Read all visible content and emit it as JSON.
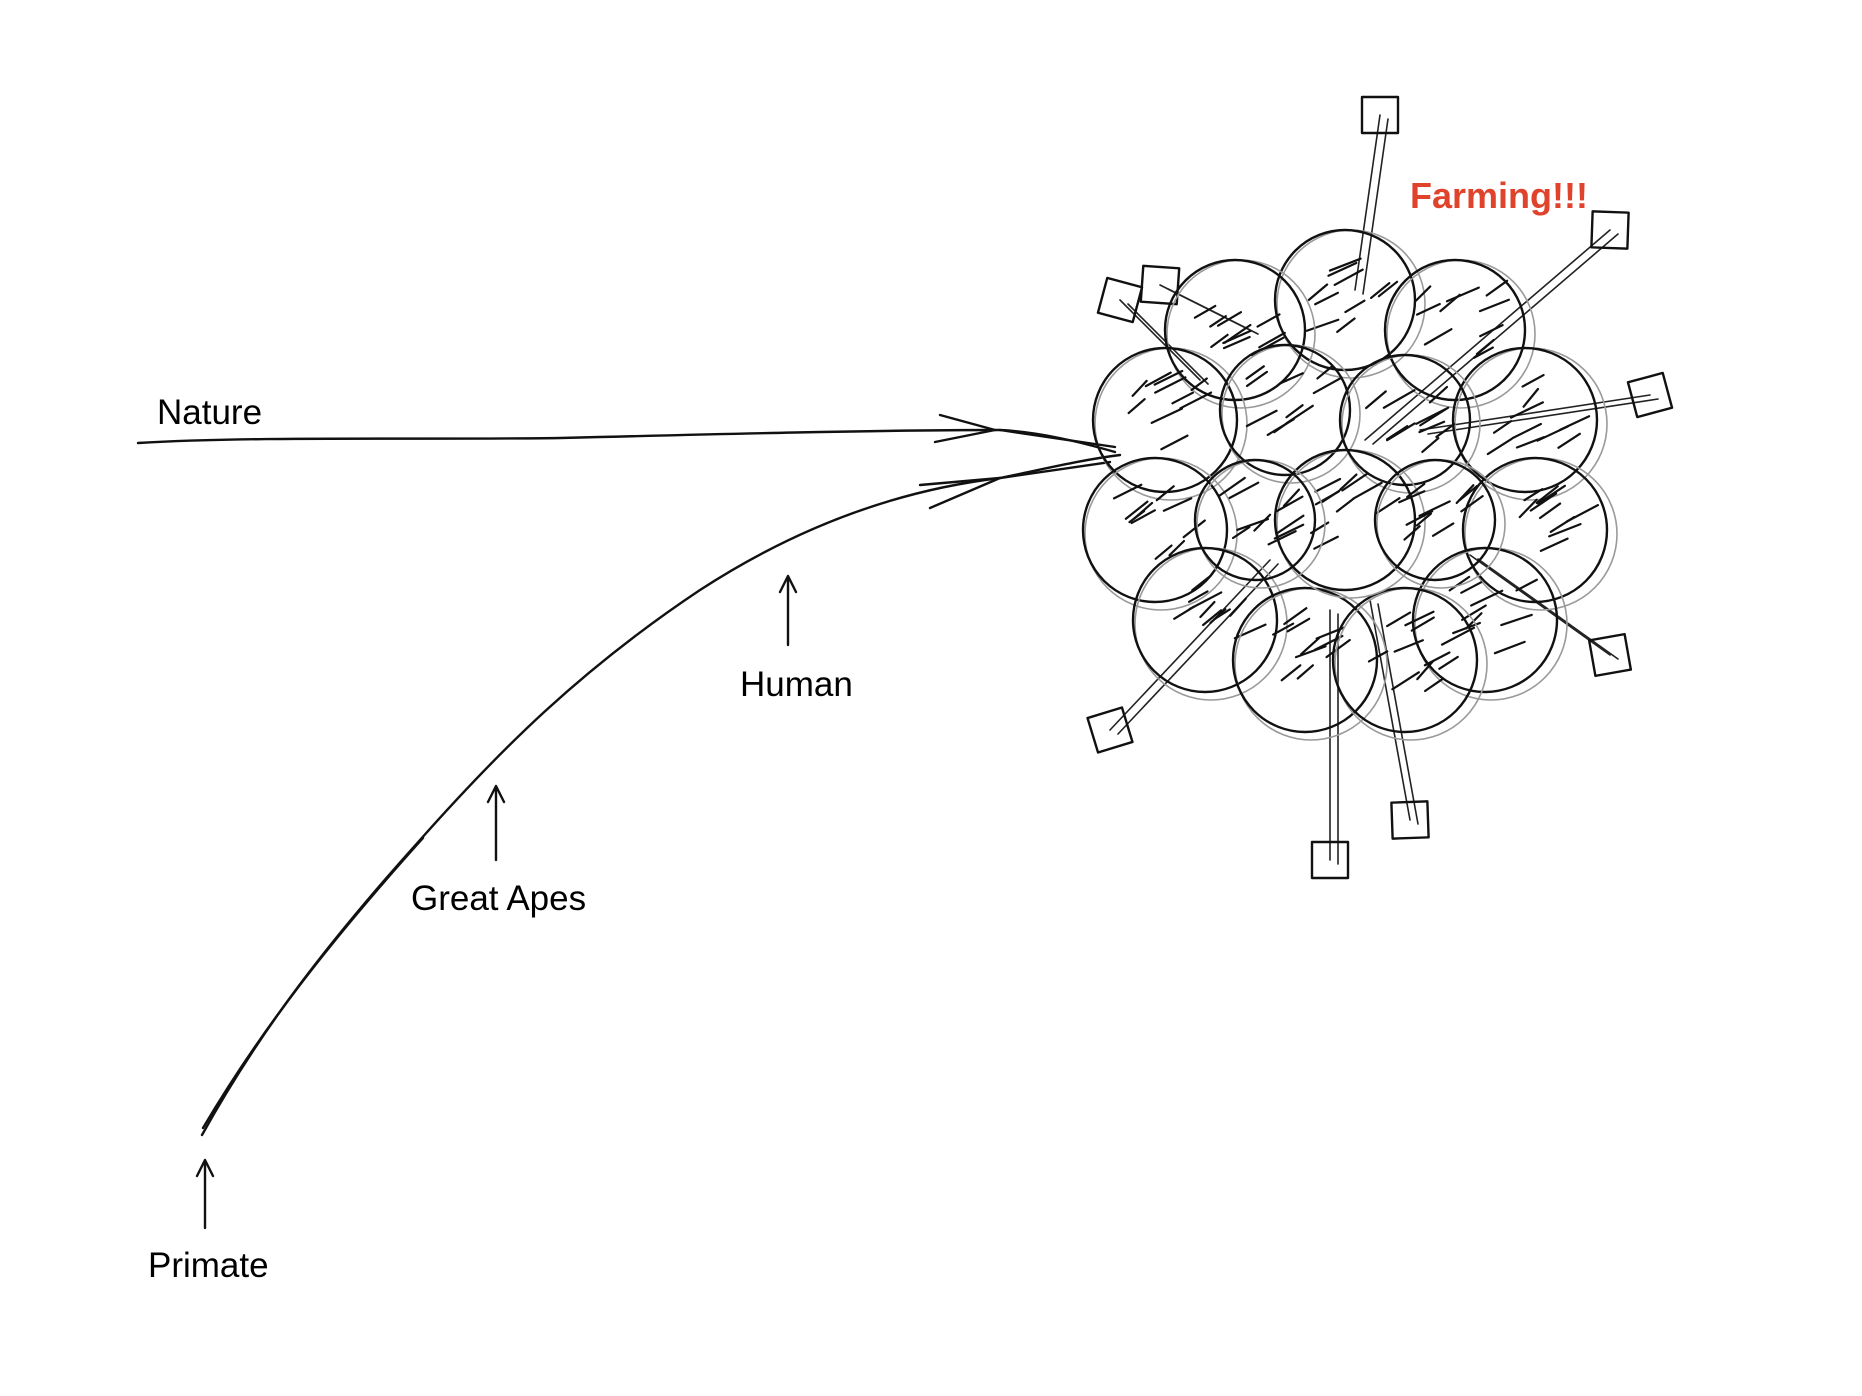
{
  "labels": {
    "nature": "Nature",
    "human": "Human",
    "great_apes": "Great Apes",
    "primate": "Primate",
    "farming": "Farming!!!"
  },
  "colors": {
    "ink": "#111111",
    "farming": "#e0432b"
  }
}
